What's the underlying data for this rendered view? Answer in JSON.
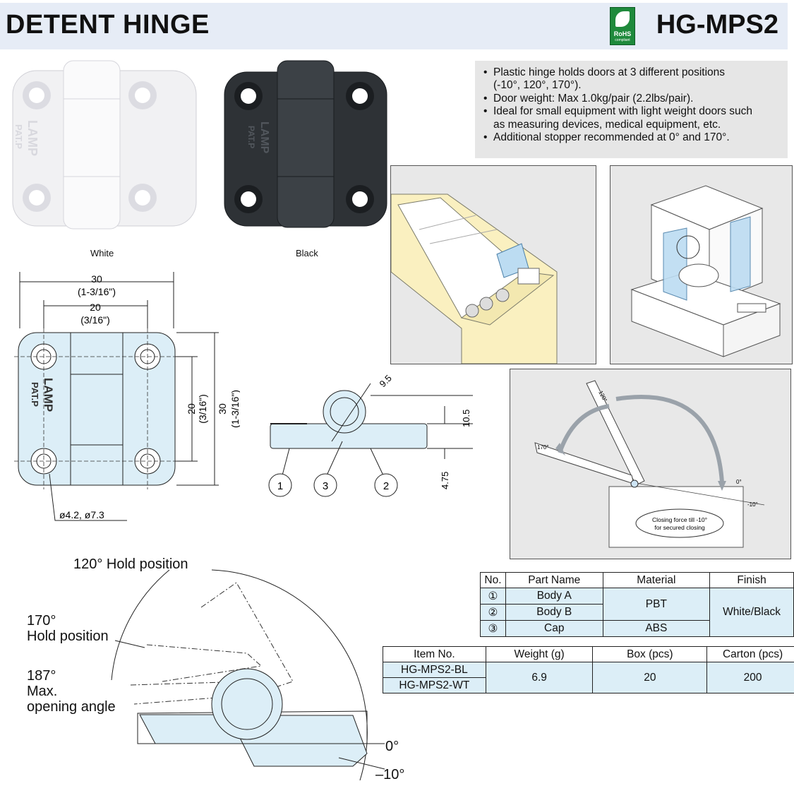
{
  "header": {
    "title": "DETENT HINGE",
    "model": "HG-MPS2",
    "rohs_label": "RoHS",
    "rohs_sub": "compliant"
  },
  "features": [
    "Plastic hinge holds doors at 3 different positions",
    "(-10°, 120°, 170°).",
    "Door weight: Max 1.0kg/pair (2.2lbs/pair).",
    "Ideal for small equipment with light weight doors such",
    "as measuring devices, medical equipment, etc.",
    "Additional stopper recommended at 0° and 170°."
  ],
  "photos": {
    "white_caption": "White",
    "black_caption": "Black",
    "emboss_brand": "LAMP",
    "emboss_pat": "PAT.P"
  },
  "colors": {
    "header_bg": "#e6ecf6",
    "part_fill": "#dceef7",
    "illus_fill": "#cde4f5",
    "cabinet_fill": "#faf0c0"
  },
  "drawing": {
    "width": "30",
    "width_in": "(1-3/16\")",
    "pitch": "20",
    "pitch_in": "(3/16\")",
    "height": "30",
    "height_in": "(1-3/16\")",
    "vpitch": "20",
    "vpitch_in": "(3/16\")",
    "holes": "ø4.2,   ø7.3",
    "radius": "9.5",
    "knuckle": "10.5",
    "thickness": "4.75",
    "callouts": [
      "1",
      "3",
      "2"
    ]
  },
  "angle_diagram": {
    "a120": "120°",
    "a170": "170°",
    "a0": "0°",
    "a_10": "-10°",
    "note_line1": "Closing force till -10°",
    "note_line2": "for secured closing"
  },
  "positions": {
    "hold120": "120°  Hold position",
    "hold170_a": "170°",
    "hold170_b": "Hold position",
    "max_a": "187°",
    "max_b": "Max.",
    "max_c": "opening angle",
    "zero": "0°",
    "minus10": "–10°"
  },
  "parts_table": {
    "headers": [
      "No.",
      "Part Name",
      "Material",
      "Finish"
    ],
    "rows": [
      {
        "no": "①",
        "name": "Body A"
      },
      {
        "no": "②",
        "name": "Body B"
      },
      {
        "no": "③",
        "name": "Cap"
      }
    ],
    "material_ab": "PBT",
    "material_cap": "ABS",
    "finish": "White/Black"
  },
  "items_table": {
    "headers": [
      "Item No.",
      "Weight (g)",
      "Box (pcs)",
      "Carton (pcs)"
    ],
    "items": [
      "HG-MPS2-BL",
      "HG-MPS2-WT"
    ],
    "weight": "6.9",
    "box": "20",
    "carton": "200"
  }
}
